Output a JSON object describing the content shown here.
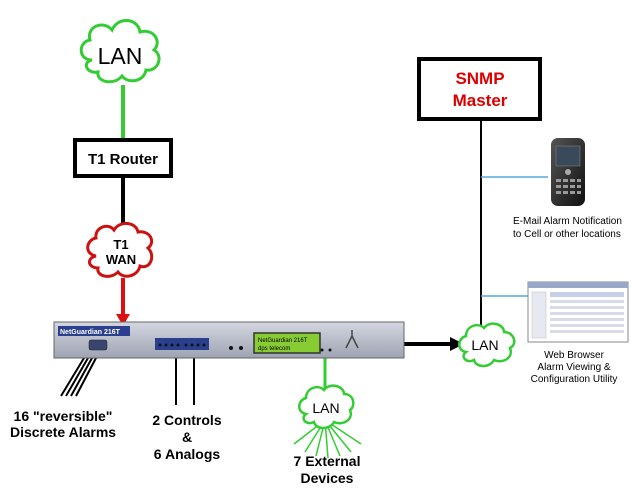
{
  "nodes": {
    "lan_top": "LAN",
    "t1_router": "T1 Router",
    "t1_wan_line1": "T1",
    "t1_wan_line2": "WAN",
    "snmp_line1": "SNMP",
    "snmp_line2": "Master",
    "lan_right": "LAN",
    "lan_bottom": "LAN"
  },
  "device": {
    "brand": "NetGuardian 216T",
    "lcd_line1": "NetGuardian 216T",
    "lcd_line2": "dps telecom"
  },
  "annotations": {
    "email_line1": "E-Mail Alarm Notification",
    "email_line2": "to Cell or other locations",
    "web_line1": "Web Browser",
    "web_line2": "Alarm Viewing &",
    "web_line3": "Configuration Utility",
    "alarms_line1": "16 \"reversible\"",
    "alarms_line2": "Discrete Alarms",
    "controls_line1": "2 Controls",
    "controls_line2": "&",
    "controls_line3": "6 Analogs",
    "devices_line1": "7 External",
    "devices_line2": "Devices"
  },
  "colors": {
    "lan_link": "#33cc33",
    "wan_link": "#dd1111",
    "wan_cloud": "#cc1111",
    "snmp_border": "#cc0000",
    "snmp_text": "#dd0000",
    "phone_link": "#55aadd",
    "device_body": "#b8bcc8",
    "lcd": "#88cc33"
  }
}
